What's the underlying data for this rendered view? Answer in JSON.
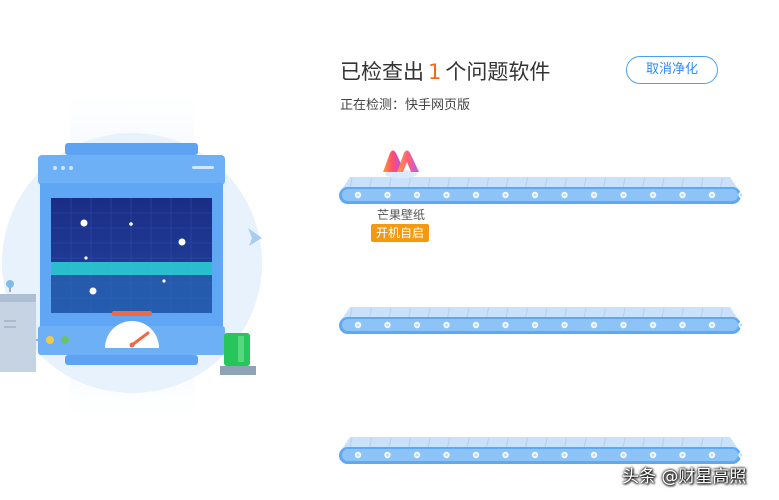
{
  "header": {
    "title_prefix": "已检查出",
    "issue_count": "1",
    "title_suffix": "个问题软件",
    "status": "正在检测：快手网页版",
    "cancel_label": "取消净化"
  },
  "detected": [
    {
      "name": "芒果壁纸",
      "tag": "开机自启"
    }
  ],
  "watermark": "头条 @财星高照",
  "colors": {
    "accent": "#2f8bf2",
    "count": "#f36b21",
    "badge": "#f39a12"
  },
  "icons": [
    "gauge-icon",
    "green-light-icon",
    "arrow-icon",
    "app-icon"
  ]
}
